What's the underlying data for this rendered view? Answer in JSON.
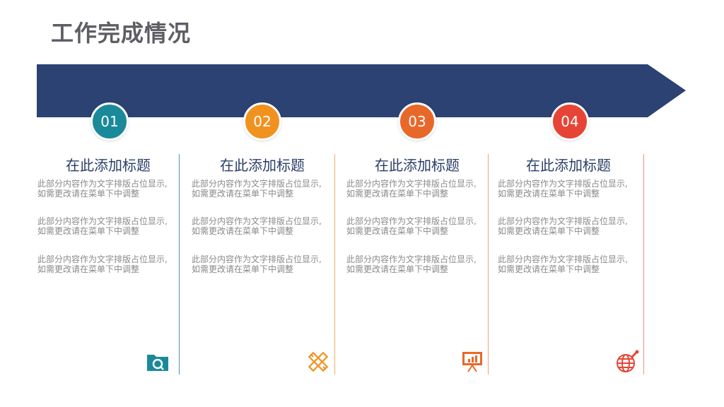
{
  "page": {
    "title": "工作完成情况"
  },
  "colors": {
    "banner": "#2b4272",
    "teal": "#1a8a9a",
    "orange": "#f0921f",
    "deep_orange": "#e8682a",
    "red": "#e64536"
  },
  "columns": [
    {
      "number": "01",
      "heading": "在此添加标题",
      "paragraphs": [
        [
          "此部分内容作为文字排版占位显示,",
          "如需更改请在菜单下中调整"
        ],
        [
          "此部分内容作为文字排版占位显示,",
          "如需更改请在菜单下中调整"
        ],
        [
          "此部分内容作为文字排版占位显示,",
          "如需更改请在菜单下中调整"
        ]
      ],
      "icon": "folder-search-icon"
    },
    {
      "number": "02",
      "heading": "在此添加标题",
      "paragraphs": [
        [
          "此部分内容作为文字排版占位显示,",
          "如需更改请在菜单下中调整"
        ],
        [
          "此部分内容作为文字排版占位显示,",
          "如需更改请在菜单下中调整"
        ],
        [
          "此部分内容作为文字排版占位显示,",
          "如需更改请在菜单下中调整"
        ]
      ],
      "icon": "pencil-ruler-icon"
    },
    {
      "number": "03",
      "heading": "在此添加标题",
      "paragraphs": [
        [
          "此部分内容作为文字排版占位显示,",
          "如需更改请在菜单下中调整"
        ],
        [
          "此部分内容作为文字排版占位显示,",
          "如需更改请在菜单下中调整"
        ],
        [
          "此部分内容作为文字排版占位显示,",
          "如需更改请在菜单下中调整"
        ]
      ],
      "icon": "presentation-chart-icon"
    },
    {
      "number": "04",
      "heading": "在此添加标题",
      "paragraphs": [
        [
          "此部分内容作为文字排版占位显示,",
          "如需更改请在菜单下中调整"
        ],
        [
          "此部分内容作为文字排版占位显示,",
          "如需更改请在菜单下中调整"
        ],
        [
          "此部分内容作为文字排版占位显示,",
          "如需更改请在菜单下中调整"
        ]
      ],
      "icon": "globe-pen-icon"
    }
  ]
}
